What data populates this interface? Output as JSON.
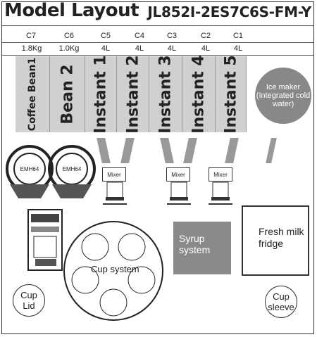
{
  "header": {
    "title": "Model Layout",
    "model": "JL852I-2ES7C6S-FM-Y"
  },
  "canister_codes": [
    "C7",
    "C6",
    "C5",
    "C4",
    "C3",
    "C2",
    "C1"
  ],
  "capacities": [
    "1.8Kg",
    "1.0Kg",
    "4L",
    "4L",
    "4L",
    "4L",
    "4L"
  ],
  "canisters": [
    "Coffee Bean1",
    "Bean 2",
    "Instant 1",
    "Instant 2",
    "Instant 3",
    "Instant 4",
    "Instant 5"
  ],
  "ice_maker": "Ice maker (Integrated cold water)",
  "grinders": [
    "EMH64",
    "EMH64"
  ],
  "mixers": [
    "Mixer",
    "Mixer",
    "Mixer"
  ],
  "cup_system": "Cup system",
  "syrup_system": "Syrup system",
  "fresh_milk_fridge": "Fresh milk fridge",
  "cup_lid": "Cup Lid",
  "cup_sleeve": "Cup sleeve"
}
